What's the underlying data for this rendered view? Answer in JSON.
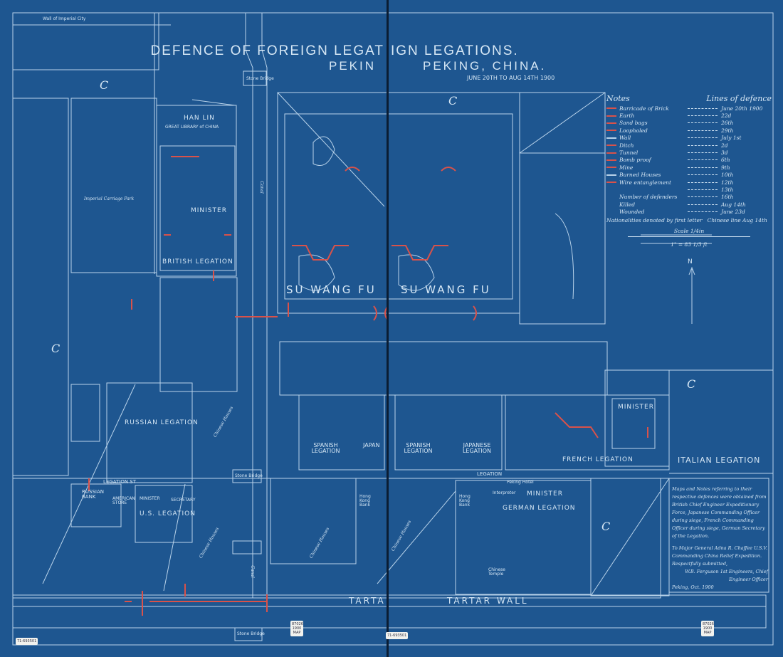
{
  "title": {
    "line1_left": "DEFENCE OF FOREIGN LEGAT",
    "line1_right": "IGN LEGATIONS.",
    "line2_left": "PEKIN",
    "line2_right": "PEKING, CHINA.",
    "dates": "JUNE 20TH TO AUG 14TH 1900"
  },
  "colors": {
    "background": "#1e5690",
    "lines": "#b9d3ea",
    "defence_red": "#d9524a"
  },
  "legend": {
    "notes_heading": "Notes",
    "lines_heading": "Lines of defence",
    "items": [
      {
        "label": "Barricade of Brick",
        "date": "June 20th 1900"
      },
      {
        "label": "Earth",
        "date": "22d"
      },
      {
        "label": "Sand bags",
        "date": "26th"
      },
      {
        "label": "Loopholed",
        "date": "29th"
      },
      {
        "label": "Wall",
        "date": "July 1st"
      },
      {
        "label": "Ditch",
        "date": "2d"
      },
      {
        "label": "Tunnel",
        "date": "3d"
      },
      {
        "label": "Bomb proof",
        "date": "6th"
      },
      {
        "label": "Mine",
        "date": "9th"
      },
      {
        "label": "Burned Houses",
        "date": "10th"
      },
      {
        "label": "Wire entanglement",
        "date": "12th"
      },
      {
        "label": "",
        "date": "13th"
      },
      {
        "label": "Number of defenders",
        "date": "16th"
      },
      {
        "label": "Killed",
        "date": "Aug 14th"
      },
      {
        "label": "Wounded",
        "date": "June 23d"
      }
    ],
    "nationalities_note": "Nationalities denoted by first letter",
    "chinese_line": "Chinese line Aug 14th",
    "scale_label": "Scale 1/4in",
    "scale_value": "1\" = 83 1/3 ft"
  },
  "places": {
    "hanlin": "HAN LIN",
    "great_library": "GREAT LIBRARY of CHINA",
    "imperial_carriage_park": "Imperial Carriage Park",
    "minister_british": "MINISTER",
    "british_legation": "BRITISH LEGATION",
    "su_wang_fu_left": "SU WANG FU",
    "su_wang_fu_right": "SU WANG FU",
    "russian_legation": "RUSSIAN LEGATION",
    "spanish_legation_l": "SPANISH LEGATION",
    "japanese_legation_l": "JAPAN",
    "spanish_legation_r": "SPANISH LEGATION",
    "japanese_legation_r": "JAPANESE LEGATION",
    "french_legation": "FRENCH LEGATION",
    "minister_french": "MINISTER",
    "italian_legation": "ITALIAN LEGATION",
    "legation_st": "LEGATION ST",
    "legation_st_r": "LEGATION",
    "russian_bank": "RUSSIAN BANK",
    "american_store": "AMERICAN STORE",
    "minister_us": "MINISTER",
    "us_legation": "U.S. LEGATION",
    "secretary_us": "SECRETARY",
    "hongkong_bank_l": "Hong Kong Bank",
    "hongkong_bank_r": "Hong Kong Bank",
    "interpreter": "Interpreter",
    "minister_german": "MINISTER",
    "german_legation": "GERMAN LEGATION",
    "chinese_temple": "Chinese Temple",
    "chinese_houses_1": "Chinese Houses",
    "chinese_houses_2": "Chinese Houses",
    "chinese_houses_3": "Chinese Houses",
    "chinese_houses_4": "Chinese Houses",
    "canal_1": "Canal",
    "canal_2": "Canal",
    "stone_bridge_1": "Stone Bridge",
    "stone_bridge_2": "Stone Bridge",
    "stone_bridge_3": "Stone Bridge",
    "tartar_wall_l": "TARTA",
    "tartar_wall_r": "TARTAR WALL",
    "wall_of_imperial_city": "Wall of Imperial City",
    "peking_hotel": "Peking Hotel",
    "north_arrow": "N",
    "c_marks": [
      "C",
      "C",
      "C",
      "C",
      "C"
    ]
  },
  "signature_note": {
    "text": "Maps and Notes referring to their respective defences were obtained from British Chief Engineer Expeditionary Force, Japanese Commanding Officer during siege, French Commanding Officer during siege, German Secretary of the Legation.",
    "to": "To Major General Adna R. Chaffee U.S.V. Commanding China Relief Expedition. Respectfully submitted,",
    "signed": "W.B. Ferguson 1st Engineers, Chief Engineer Officer",
    "place_date": "Peking, Oct. 1900"
  },
  "stamps": [
    "71-693501",
    "71-693501",
    "87026 1900 MAP"
  ]
}
